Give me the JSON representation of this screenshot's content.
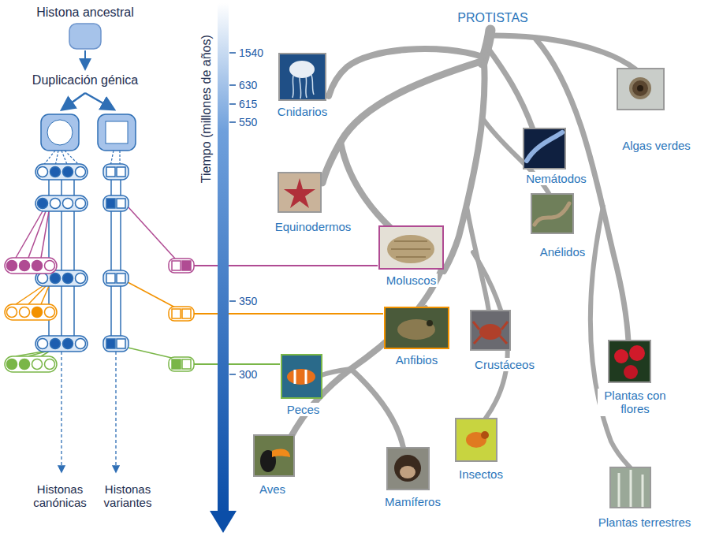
{
  "diagram": {
    "nodes": [
      {
        "text": [
          "Cnidarios"
        ]
      },
      {
        "text": [
          "Algas verdes"
        ]
      },
      {
        "text": [
          "Nemátodos"
        ]
      },
      {
        "text": [
          "Equinodermos"
        ]
      },
      {
        "text": [
          "Anélidos"
        ]
      },
      {
        "text": [
          "Moluscos"
        ]
      },
      {
        "text": [
          "Anfibios"
        ]
      },
      {
        "text": [
          "Crustáceos"
        ]
      },
      {
        "text": [
          "Plantas con flores"
        ]
      },
      {
        "text": [
          "Peces"
        ]
      },
      {
        "text": [
          "Insectos"
        ]
      },
      {
        "text": [
          "Aves"
        ]
      },
      {
        "text": [
          "Mamíferos"
        ]
      },
      {
        "text": [
          "Plantas terrestres"
        ]
      }
    ],
    "labels": [
      "Histona ancestral",
      "Duplicación génica",
      "Histonas canónicas",
      "Histonas variantes",
      "Tiempo (millones de años)",
      "1540",
      "630",
      "615",
      "550",
      "350",
      "300",
      "PROTISTAS"
    ]
  }
}
